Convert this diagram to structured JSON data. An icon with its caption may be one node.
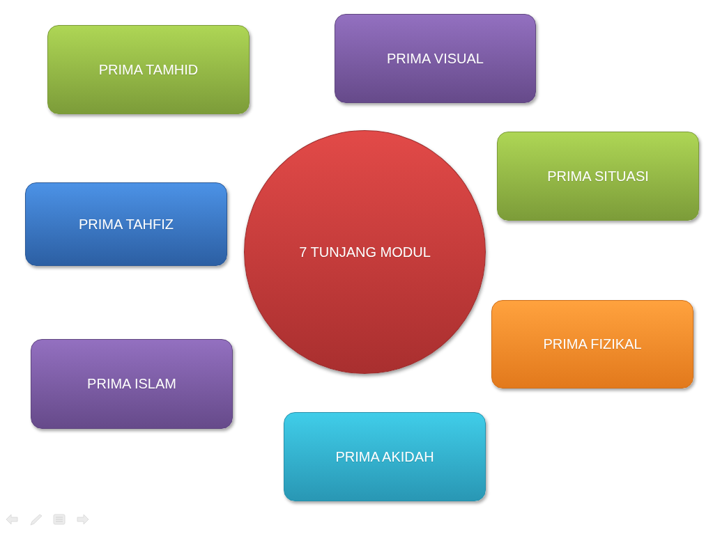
{
  "diagram": {
    "nodes": [
      {
        "text": [
          "PRIMA TAMHID"
        ]
      },
      {
        "text": [
          "PRIMA VISUAL"
        ]
      },
      {
        "text": [
          "PRIMA SITUASI"
        ]
      },
      {
        "text": [
          "PRIMA TAHFIZ"
        ]
      },
      {
        "text": [
          "7 TUNJANG MODUL"
        ]
      },
      {
        "text": [
          "PRIMA FIZIKAL"
        ]
      },
      {
        "text": [
          "PRIMA ISLAM"
        ]
      },
      {
        "text": [
          "PRIMA AKIDAH"
        ]
      }
    ]
  }
}
